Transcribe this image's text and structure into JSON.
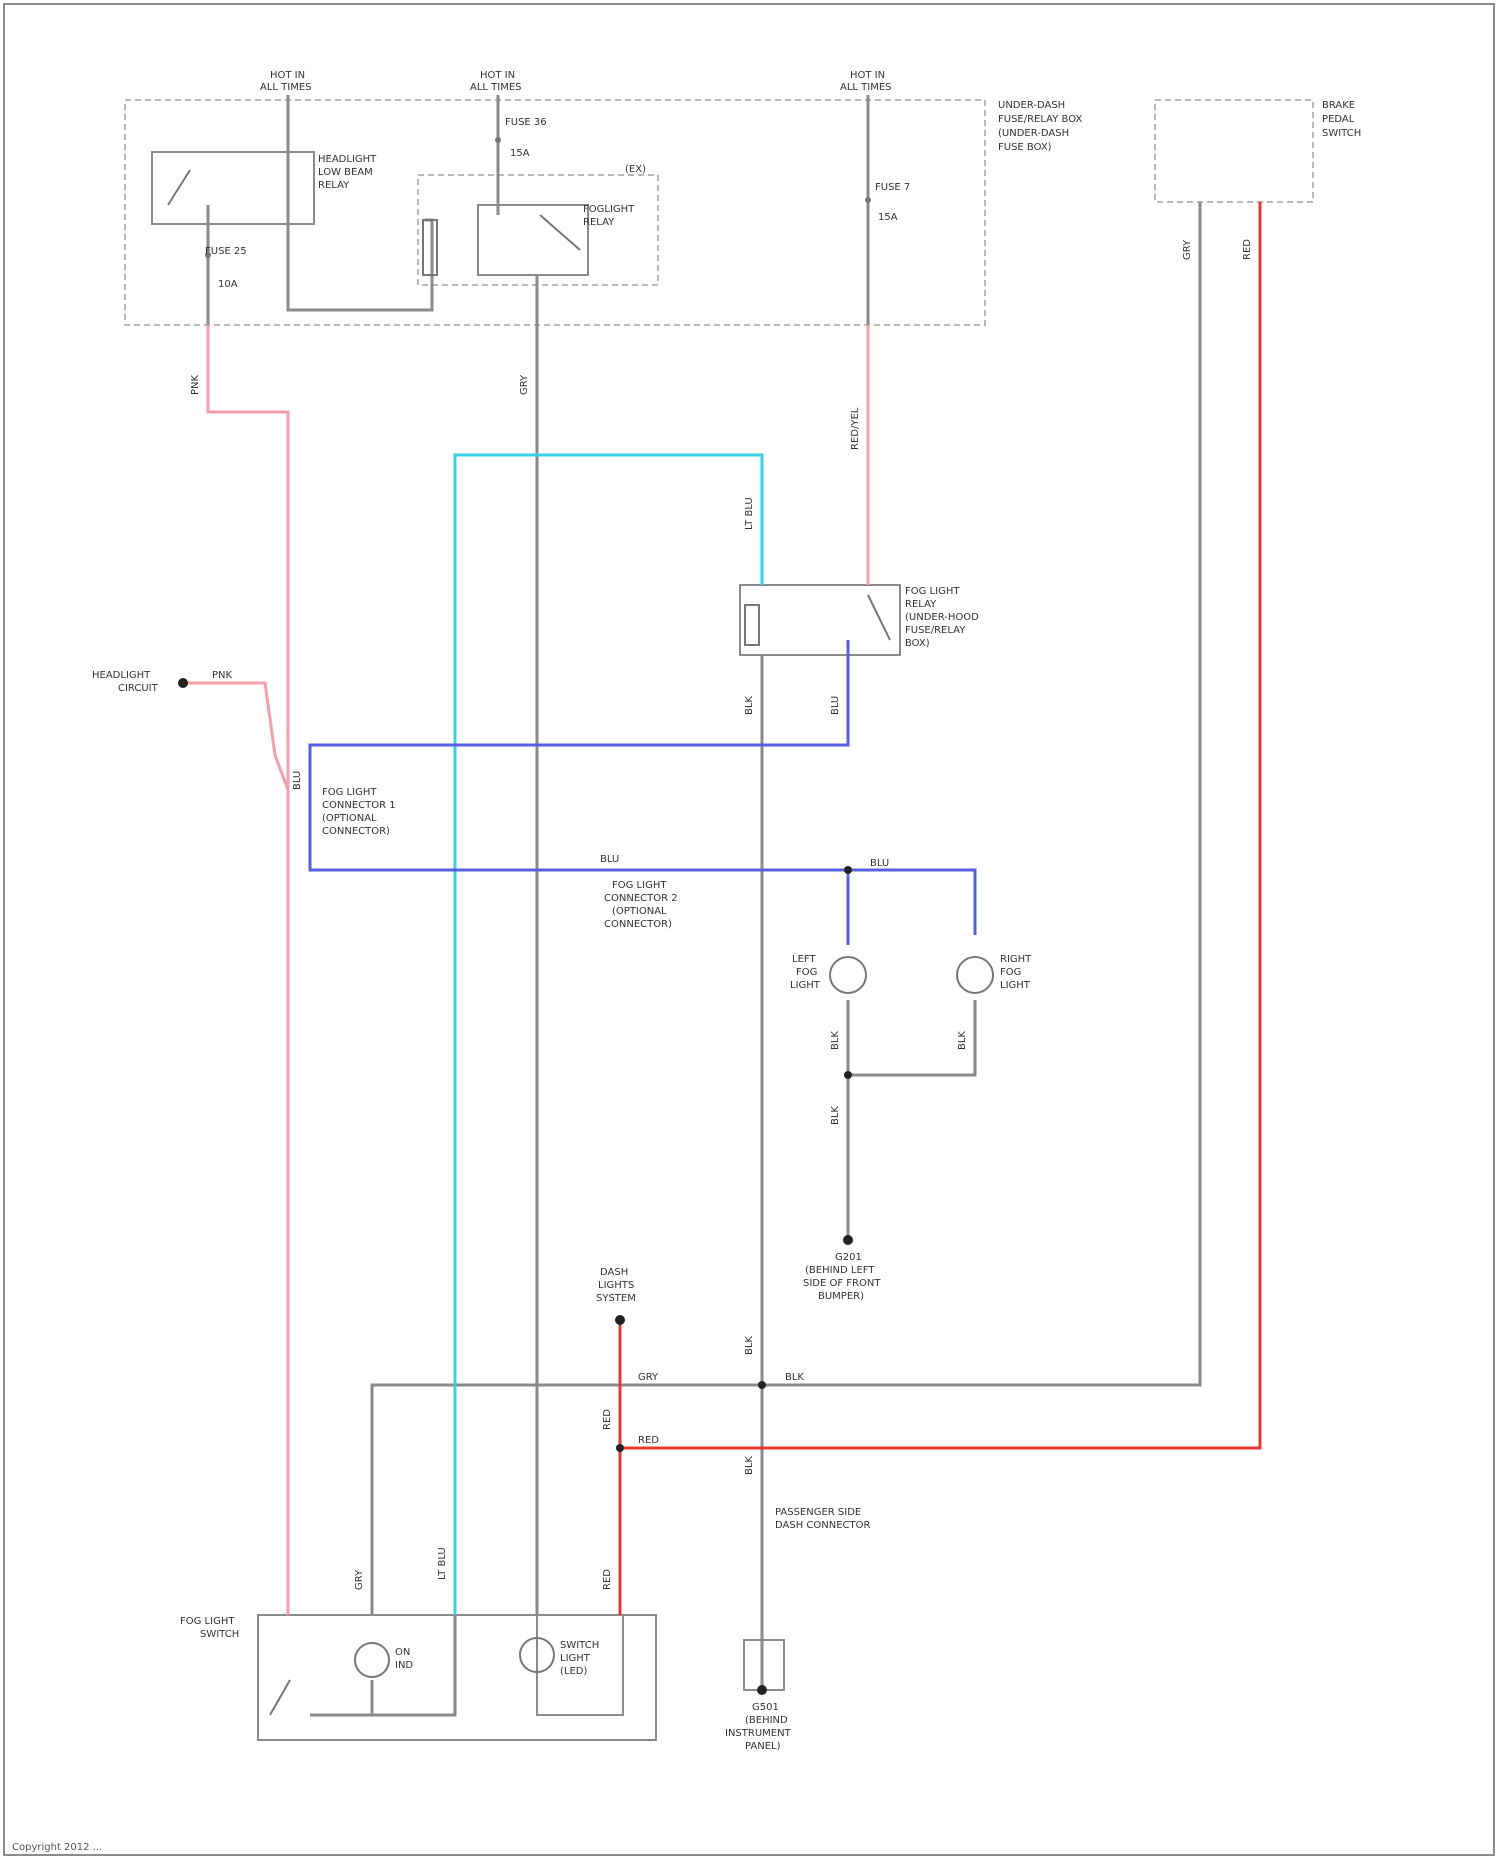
{
  "diagram": {
    "footer": "Copyright 2012 ...",
    "colors": {
      "wire_gray": "#8a8a8a",
      "wire_pink": "#f0a0a8",
      "wire_red": "#e53935",
      "wire_cyan": "#39d0e6",
      "wire_blue": "#5560e0",
      "box_dashed": "#a0a0a0"
    },
    "fuse_headers": [
      {
        "line1": "HOT IN",
        "line2": "ALL TIMES"
      },
      {
        "line1": "HOT IN",
        "line2": "ALL TIMES"
      },
      {
        "line1": "HOT IN",
        "line2": "ALL TIMES"
      }
    ],
    "modules": {
      "fuse_box": {
        "line1": "UNDER-DASH",
        "line2": "FUSE/RELAY BOX",
        "line3": "(UNDER-DASH",
        "line4": "FUSE BOX)"
      },
      "dimmer_relay": {
        "line1": "HEADLIGHT",
        "line2": "LOW BEAM",
        "line3": "RELAY"
      },
      "foglight_relay": {
        "line1": "FOGLIGHT",
        "line2": "RELAY"
      },
      "tail_relay": {
        "line1": "FOG LIGHT",
        "line2": "RELAY",
        "line3": "(UNDER-HOOD",
        "line4": "FUSE/RELAY",
        "line5": "BOX)"
      },
      "opt_label": "(EX)",
      "brake_switch": {
        "line1": "BRAKE",
        "line2": "PEDAL",
        "line3": "SWITCH"
      }
    },
    "fuses": [
      {
        "name": "FUSE 25",
        "amp": "10A"
      },
      {
        "name": "FUSE 36",
        "amp": "15A"
      },
      {
        "name": "FUSE 7",
        "amp": "15A"
      }
    ],
    "wire_labels": {
      "w1": "PNK",
      "w2": "GRY",
      "w3": "RED/YEL",
      "w4": "LT BLU",
      "w5": "BLU",
      "w6": "BLU",
      "w7": "BLU",
      "w8": "BLU",
      "w9": "BLK",
      "w10": "BLK",
      "w11": "BLK",
      "w12": "BLK",
      "w13": "GRY",
      "w14": "RED",
      "w15": "PNK",
      "w16": "RED",
      "w17": "GRY",
      "w18": "BLK",
      "w19": "BLK",
      "w20": "LT BLU",
      "w21": "GRY",
      "w22": "RED",
      "w23": "BLK",
      "w24": "RED"
    },
    "labels": {
      "headlight_circuit": {
        "line1": "HEADLIGHT",
        "line2": "CIRCUIT"
      },
      "connector_left": {
        "line1": "FOG LIGHT",
        "line2": "CONNECTOR 1",
        "line3": "(OPTIONAL",
        "line4": "CONNECTOR)"
      },
      "connector_mid": {
        "line1": "FOG LIGHT",
        "line2": "CONNECTOR 2",
        "line3": "(OPTIONAL",
        "line4": "CONNECTOR)"
      },
      "left_lamp": {
        "line1": "LEFT",
        "line2": "FOG",
        "line3": "LIGHT"
      },
      "right_lamp": {
        "line1": "RIGHT",
        "line2": "FOG",
        "line3": "LIGHT"
      },
      "ground_mid": {
        "line1": "G201",
        "line2": "(BEHIND LEFT",
        "line3": "SIDE OF FRONT",
        "line4": "BUMPER)"
      },
      "dash_lights": {
        "line1": "DASH",
        "line2": "LIGHTS",
        "line3": "SYSTEM"
      },
      "passenger_conn": {
        "line1": "PASSENGER SIDE",
        "line2": "DASH CONNECTOR"
      },
      "ground_bottom": {
        "line1": "G501",
        "line2": "(BEHIND",
        "line3": "INSTRUMENT",
        "line4": "PANEL)"
      },
      "fog_switch": {
        "line1": "FOG LIGHT",
        "line2": "SWITCH"
      },
      "on_ind": {
        "line1": "ON",
        "line2": "IND"
      },
      "switch_light": {
        "line1": "SWITCH",
        "line2": "LIGHT",
        "line3": "(LED)"
      }
    }
  }
}
